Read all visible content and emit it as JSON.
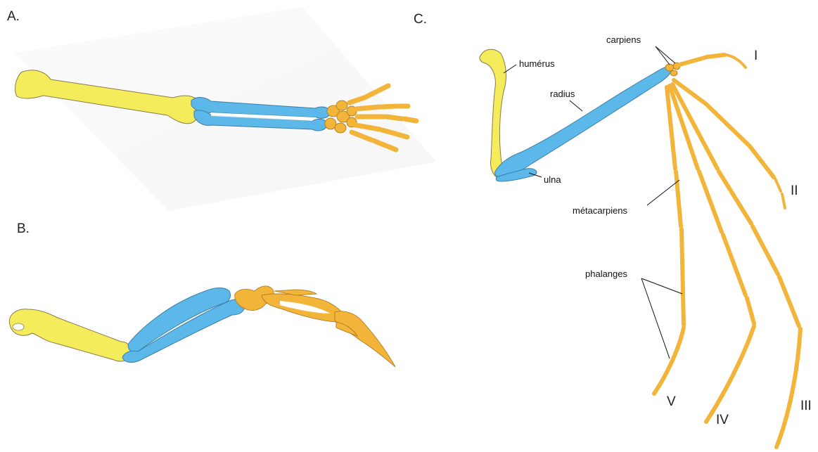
{
  "panels": {
    "a": "A.",
    "b": "B.",
    "c": "C."
  },
  "labels": {
    "carpiens": "carpiens",
    "humerus": "humérus",
    "radius": "radius",
    "ulna": "ulna",
    "metacarpiens": "métacarpiens",
    "phalanges": "phalanges"
  },
  "digits": {
    "d1": "I",
    "d2": "II",
    "d3": "III",
    "d4": "IV",
    "d5": "V"
  },
  "colors": {
    "humerus": "#f5ec5c",
    "radius_ulna": "#5bb8e8",
    "hand": "#f3b43a",
    "outline": "#8a7a4a"
  }
}
